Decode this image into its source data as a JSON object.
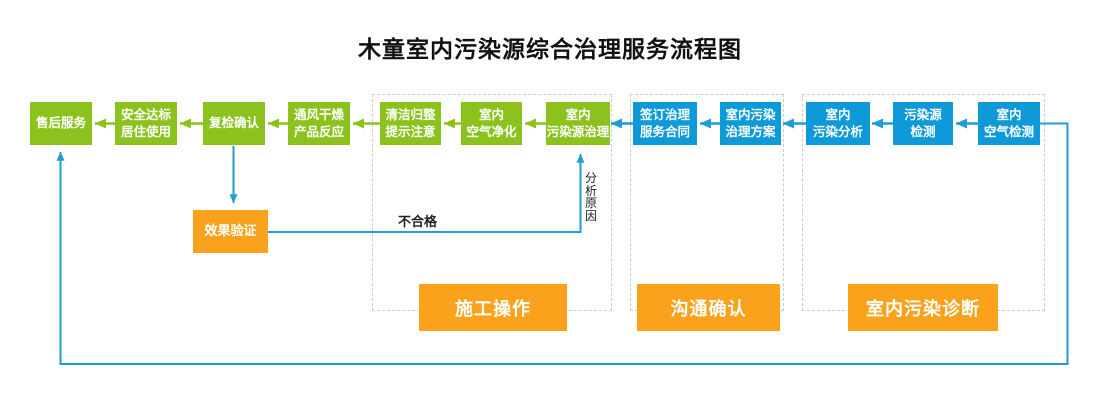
{
  "title": "木童室内污染源综合治理服务流程图",
  "flow_boxes": [
    {
      "name": "after-sales-service",
      "label": "售后服务",
      "color": "green"
    },
    {
      "name": "safety-standard-living-use",
      "label": "安全达标\n居住使用",
      "color": "green"
    },
    {
      "name": "recheck-confirmation",
      "label": "复检确认",
      "color": "green"
    },
    {
      "name": "ventilation-drying-product-reaction",
      "label": "通风干燥\n产品反应",
      "color": "green"
    },
    {
      "name": "cleanup-tidy-notice",
      "label": "清洁归整\n提示注意",
      "color": "green"
    },
    {
      "name": "indoor-air-purification",
      "label": "室内\n空气净化",
      "color": "green"
    },
    {
      "name": "indoor-pollution-source-treatment",
      "label": "室内\n污染源治理",
      "color": "green"
    },
    {
      "name": "sign-treatment-service-contract",
      "label": "签订治理\n服务合同",
      "color": "blue"
    },
    {
      "name": "indoor-pollution-treatment-plan",
      "label": "室内污染\n治理方案",
      "color": "blue"
    },
    {
      "name": "indoor-pollution-analysis",
      "label": "室内\n污染分析",
      "color": "blue"
    },
    {
      "name": "pollution-source-detection",
      "label": "污染源\n检测",
      "color": "blue"
    },
    {
      "name": "indoor-air-detection",
      "label": "室内\n空气检测",
      "color": "blue"
    }
  ],
  "effect_verification": {
    "label": "效果验证"
  },
  "edge_labels": {
    "fail": "不合格",
    "analyze_reason": "分析原因"
  },
  "groups": [
    {
      "name": "construction-operation",
      "label": "施工操作"
    },
    {
      "name": "communication-confirmation",
      "label": "沟通确认"
    },
    {
      "name": "indoor-pollution-diagnosis",
      "label": "室内污染诊断"
    }
  ],
  "colors": {
    "green": "#8cc21e",
    "blue": "#0e9ad8",
    "orange": "#faa21b",
    "line_blue": "#1e9bd8",
    "dashed_border": "#cccccc",
    "title_text": "#111111"
  }
}
